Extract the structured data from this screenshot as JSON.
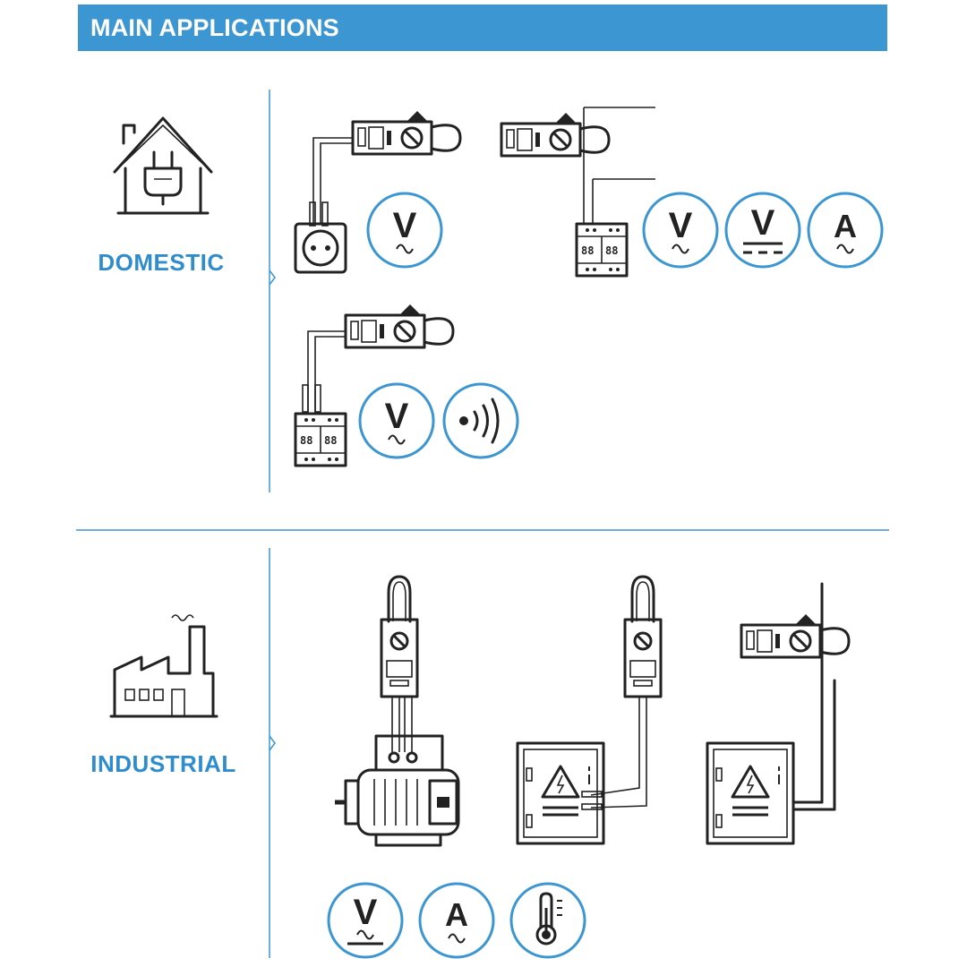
{
  "header": {
    "title": "MAIN APPLICATIONS"
  },
  "sections": [
    {
      "id": "domestic",
      "label": "DOMESTIC",
      "icon": "house-plug-icon"
    },
    {
      "id": "industrial",
      "label": "INDUSTRIAL",
      "icon": "factory-icon"
    }
  ],
  "symbols": {
    "volt": "V",
    "amp": "A"
  },
  "colors": {
    "accent": "#3b96d2",
    "label": "#2f8ccd",
    "line": "#222222"
  }
}
